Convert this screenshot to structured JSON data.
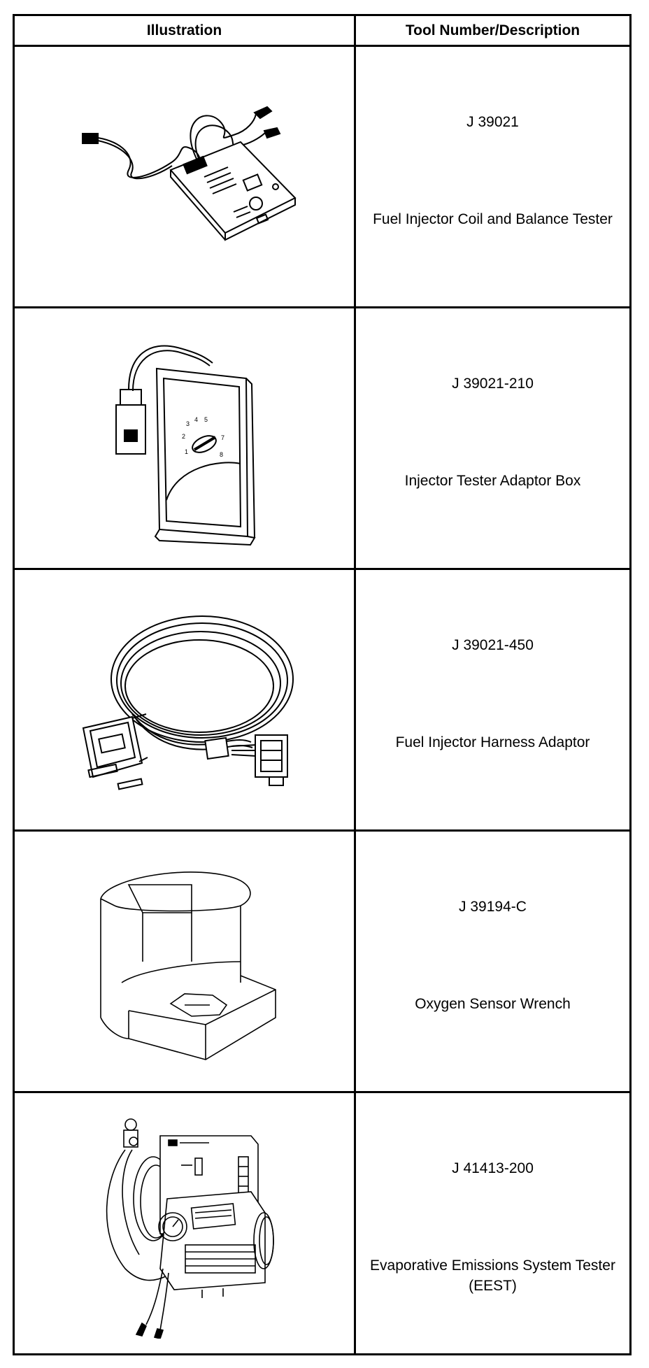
{
  "header": {
    "illustration": "Illustration",
    "tool": "Tool Number/Description"
  },
  "tools": [
    {
      "number": "J 39021",
      "description": "Fuel Injector Coil and Balance Tester",
      "icon": "injector-tester-icon"
    },
    {
      "number": "J 39021-210",
      "description": "Injector Tester Adaptor Box",
      "icon": "adaptor-box-icon"
    },
    {
      "number": "J 39021-450",
      "description": "Fuel Injector Harness Adaptor",
      "icon": "harness-adaptor-icon"
    },
    {
      "number": "J 39194-C",
      "description": "Oxygen Sensor Wrench",
      "icon": "oxygen-sensor-wrench-icon"
    },
    {
      "number": "J 41413-200",
      "description": "Evaporative Emissions System Tester (EEST)",
      "icon": "emissions-tester-icon"
    }
  ]
}
